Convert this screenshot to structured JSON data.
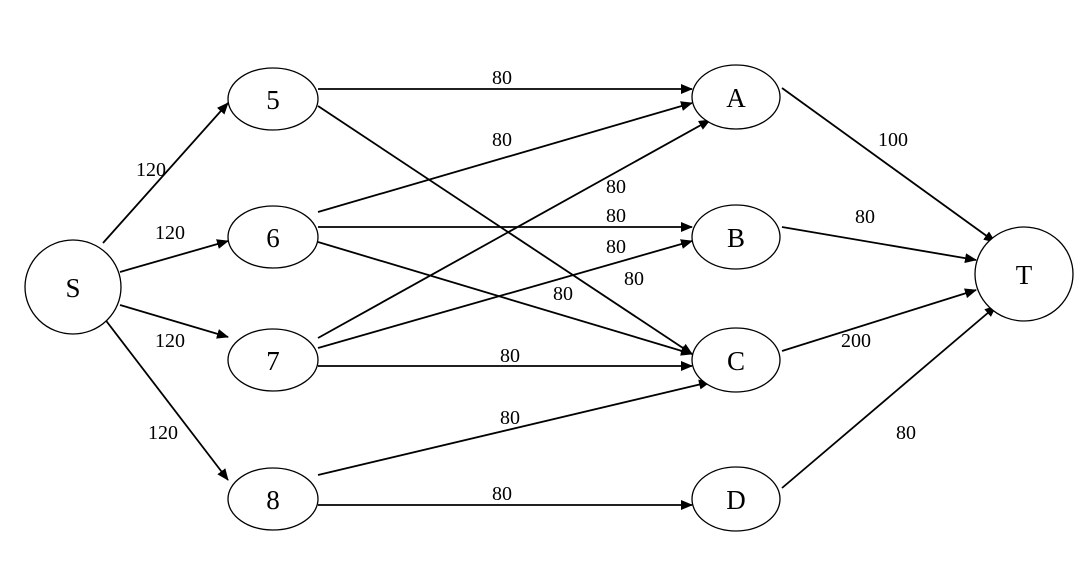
{
  "diagram": {
    "type": "flow-network",
    "colors": {
      "stroke": "#000000",
      "background": "#ffffff"
    },
    "nodes": [
      {
        "id": "S",
        "label": "S"
      },
      {
        "id": "5",
        "label": "5"
      },
      {
        "id": "6",
        "label": "6"
      },
      {
        "id": "7",
        "label": "7"
      },
      {
        "id": "8",
        "label": "8"
      },
      {
        "id": "A",
        "label": "A"
      },
      {
        "id": "B",
        "label": "B"
      },
      {
        "id": "C",
        "label": "C"
      },
      {
        "id": "D",
        "label": "D"
      },
      {
        "id": "T",
        "label": "T"
      }
    ],
    "edges": [
      {
        "from": "S",
        "to": "5",
        "capacity": "120"
      },
      {
        "from": "S",
        "to": "6",
        "capacity": "120"
      },
      {
        "from": "S",
        "to": "7",
        "capacity": "120"
      },
      {
        "from": "S",
        "to": "8",
        "capacity": "120"
      },
      {
        "from": "5",
        "to": "A",
        "capacity": "80"
      },
      {
        "from": "5",
        "to": "C",
        "capacity": "80"
      },
      {
        "from": "6",
        "to": "A",
        "capacity": "80"
      },
      {
        "from": "6",
        "to": "B",
        "capacity": "80"
      },
      {
        "from": "6",
        "to": "C",
        "capacity": "80"
      },
      {
        "from": "7",
        "to": "A",
        "capacity": "80"
      },
      {
        "from": "7",
        "to": "B",
        "capacity": "80"
      },
      {
        "from": "7",
        "to": "C",
        "capacity": "80"
      },
      {
        "from": "8",
        "to": "C",
        "capacity": "80"
      },
      {
        "from": "8",
        "to": "D",
        "capacity": "80"
      },
      {
        "from": "A",
        "to": "T",
        "capacity": "100"
      },
      {
        "from": "B",
        "to": "T",
        "capacity": "80"
      },
      {
        "from": "C",
        "to": "T",
        "capacity": "200"
      },
      {
        "from": "D",
        "to": "T",
        "capacity": "80"
      }
    ]
  }
}
